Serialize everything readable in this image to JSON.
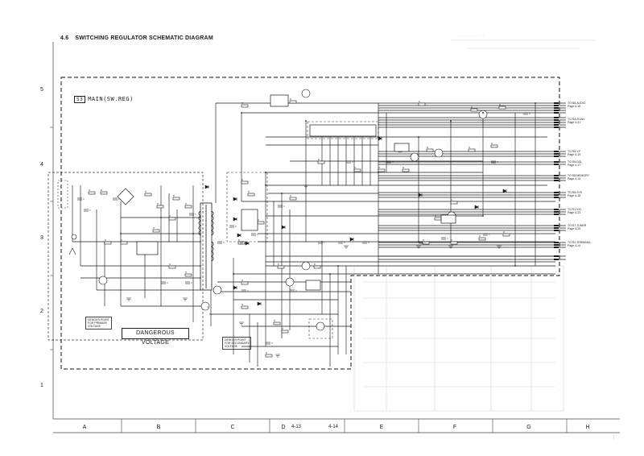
{
  "header": {
    "section": "4.6",
    "title": "SWITCHING REGULATOR SCHEMATIC DIAGRAM"
  },
  "grid": {
    "rows": [
      "5",
      "4",
      "3",
      "2",
      "1"
    ],
    "cols": [
      "A",
      "B",
      "C",
      "D",
      "E",
      "F",
      "G",
      "H"
    ],
    "page_refs": [
      "4-13",
      "4-14"
    ]
  },
  "board": {
    "id": "S3",
    "label": "MAIN(SW.REG)"
  },
  "warning": {
    "label": "DANGEROUS VOLTAGE"
  },
  "notes": {
    "primary": "DENGER POINT\nFOR PRIMARY\nVOLTAGE",
    "secondary": "DENGER POINT\nFOR SECONDARY\nVOLTAGE"
  },
  "connectors": [
    {
      "to": "TO S8-AUDIO",
      "page": "Page 4-15"
    },
    {
      "to": "TO S4-SCAN",
      "page": "Page 4-21"
    },
    {
      "to": "TO S6-V.F",
      "page": "Page 4-19"
    },
    {
      "to": "TO S6-D/D",
      "page": "Page 4-17"
    },
    {
      "to": "TO S8-MEMORY",
      "page": "Page 4-13"
    },
    {
      "to": "TO S5-SYS",
      "page": "Page 4-18"
    },
    {
      "to": "TO S1-Y/C",
      "page": "Page 4-23"
    },
    {
      "to": "TO S7-TUNER",
      "page": "Page 4-25"
    },
    {
      "to": "TO S2-TERMINAL",
      "page": "Page 4-14"
    }
  ],
  "chart_data": {
    "type": "diagram",
    "title": "SWITCHING REGULATOR SCHEMATIC DIAGRAM",
    "labels": [
      "MAIN(SW.REG)",
      "DANGEROUS VOLTAGE"
    ]
  }
}
